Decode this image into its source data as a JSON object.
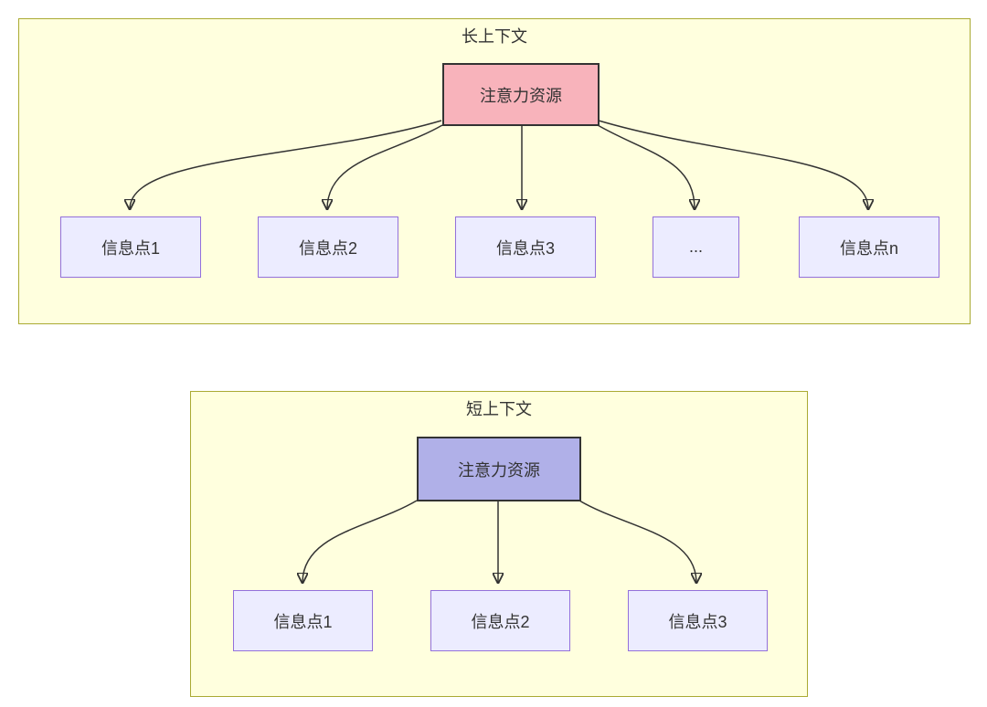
{
  "colors": {
    "container_fill": "#ffffde",
    "container_border": "#aaaa33",
    "attention_long_fill": "#f8b3bb",
    "attention_short_fill": "#b0b0e8",
    "attention_border": "#333333",
    "info_fill": "#ececff",
    "info_border": "#9370db",
    "arrow": "#333333",
    "text": "#333333"
  },
  "long_context": {
    "title": "长上下文",
    "attention_label": "注意力资源",
    "info_points": [
      "信息点1",
      "信息点2",
      "信息点3",
      "...",
      "信息点n"
    ]
  },
  "short_context": {
    "title": "短上下文",
    "attention_label": "注意力资源",
    "info_points": [
      "信息点1",
      "信息点2",
      "信息点3"
    ]
  }
}
